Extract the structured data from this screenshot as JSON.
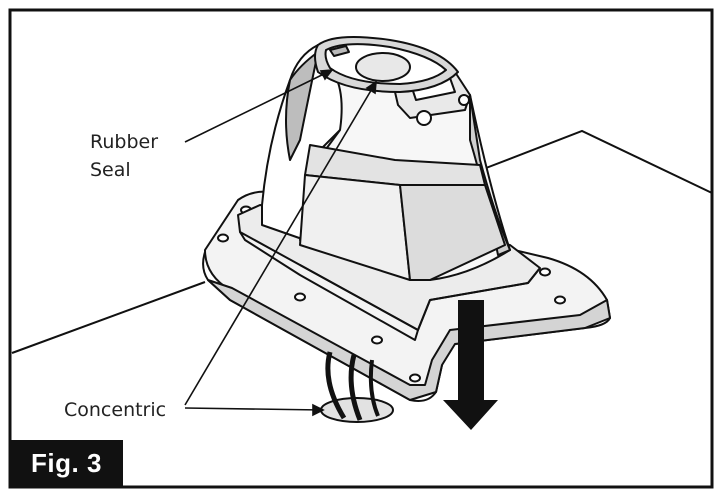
{
  "labels": {
    "rubber_seal_line1": "Rubber",
    "rubber_seal_line2": "Seal",
    "concentric": "Concentric"
  },
  "figure_tag": "Fig. 3",
  "colors": {
    "ink": "#111111",
    "fill": "#ffffff",
    "shade_light": "#e6e6e6",
    "shade_mid": "#cfcfcf",
    "shade_dark": "#a9a9a9"
  },
  "icons": {
    "arrow": "down-arrow-icon"
  }
}
